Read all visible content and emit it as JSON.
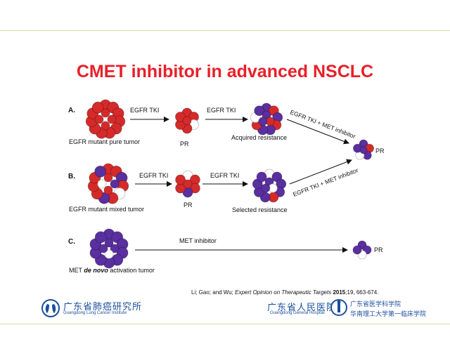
{
  "slide": {
    "title": "CMET inhibitor in advanced NSCLC",
    "row_a": {
      "letter": "A.",
      "start_label": "EGFR mutant pure tumor",
      "arrow1": "EGFR TKI",
      "mid_label": "PR",
      "arrow2": "EGFR TKI",
      "end_label": "Acquired resistance",
      "diag_arrow": "EGFR TKI + MET inhibitor"
    },
    "row_b": {
      "letter": "B.",
      "start_label": "EGFR mutant mixed tumor",
      "arrow1": "EGFR TKI",
      "mid_label": "PR",
      "arrow2": "EGFR TKI",
      "end_label": "Selected resistance",
      "diag_arrow": "EGFR TKI + MET inhibitor"
    },
    "final_label": "PR",
    "row_c": {
      "letter": "C.",
      "start_label_pre": "MET ",
      "start_label_italic": "de novo",
      "start_label_post": " activation tumor",
      "arrow": "MET inhibitor",
      "end_label": "PR"
    },
    "citation": {
      "authors": "Li; Gao; and  Wu; ",
      "journal": "Expert Opinion on Therapeutic Targets",
      "year": " 2015",
      "pages": ";19, 663-674."
    }
  },
  "logos": {
    "lung_institute_name": "广东省肺癌研究所",
    "lung_institute_sub": "Guangdong Lung Cancer Institute",
    "hospital_name": "广东省人民医院",
    "hospital_sub": "Guangdong General Hospital",
    "academy_line1": "广东省医学科学院",
    "academy_line2": "华南理工大学第一临床学院"
  },
  "colors": {
    "title": "#e8202a",
    "egfr_cell": "#d62a2a",
    "met_cell": "#5a2fa0",
    "dead_cell": "#ffffff",
    "logo_blue": "#1b4f9c"
  }
}
